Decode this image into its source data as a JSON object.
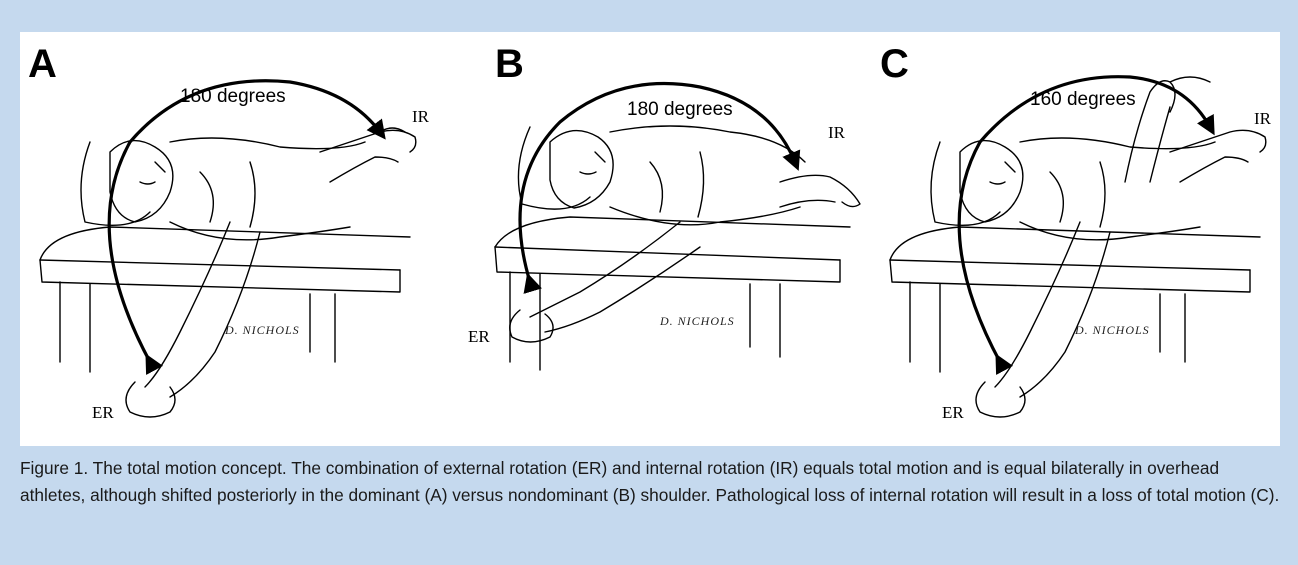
{
  "panels": [
    {
      "letter": "A",
      "degrees": "180 degrees",
      "ir": "IR",
      "er": "ER",
      "signature": "D. NICHOLS"
    },
    {
      "letter": "B",
      "degrees": "180 degrees",
      "ir": "IR",
      "er": "ER",
      "signature": "D. NICHOLS"
    },
    {
      "letter": "C",
      "degrees": "160 degrees",
      "ir": "IR",
      "er": "ER",
      "signature": "D. NICHOLS"
    }
  ],
  "caption": "Figure 1. The total motion concept. The combination of external rotation (ER) and internal rotation (IR) equals total motion and is equal bilaterally in overhead athletes, although shifted posteriorly in the dominant (A) versus nondominant (B) shoulder. Pathological loss of internal rotation will result in a loss of total motion (C).",
  "colors": {
    "background": "#c5d9ee",
    "panel": "#ffffff",
    "ink": "#000000"
  }
}
